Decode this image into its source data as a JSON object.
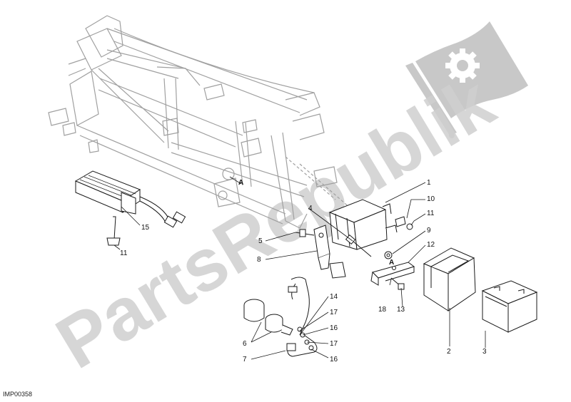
{
  "diagram": {
    "reference_code": "IMP00358",
    "detail_marker": "A",
    "callouts": {
      "c1": "1",
      "c2": "2",
      "c3": "3",
      "c4": "4",
      "c5": "5",
      "c6": "6",
      "c7": "7",
      "c8": "8",
      "c9": "9",
      "c10": "10",
      "c11a": "11",
      "c11b": "11",
      "c12": "12",
      "c13": "13",
      "c14": "14",
      "c15": "15",
      "c16a": "16",
      "c16b": "16",
      "c17a": "17",
      "c17b": "17",
      "c18": "18"
    }
  },
  "watermark": {
    "text": "PartsRepublik",
    "color": "#c8c8c8",
    "logo_icon": "gear-flag-icon"
  },
  "colors": {
    "line": "#1a1a1a",
    "frame": "#9a9a9a"
  }
}
